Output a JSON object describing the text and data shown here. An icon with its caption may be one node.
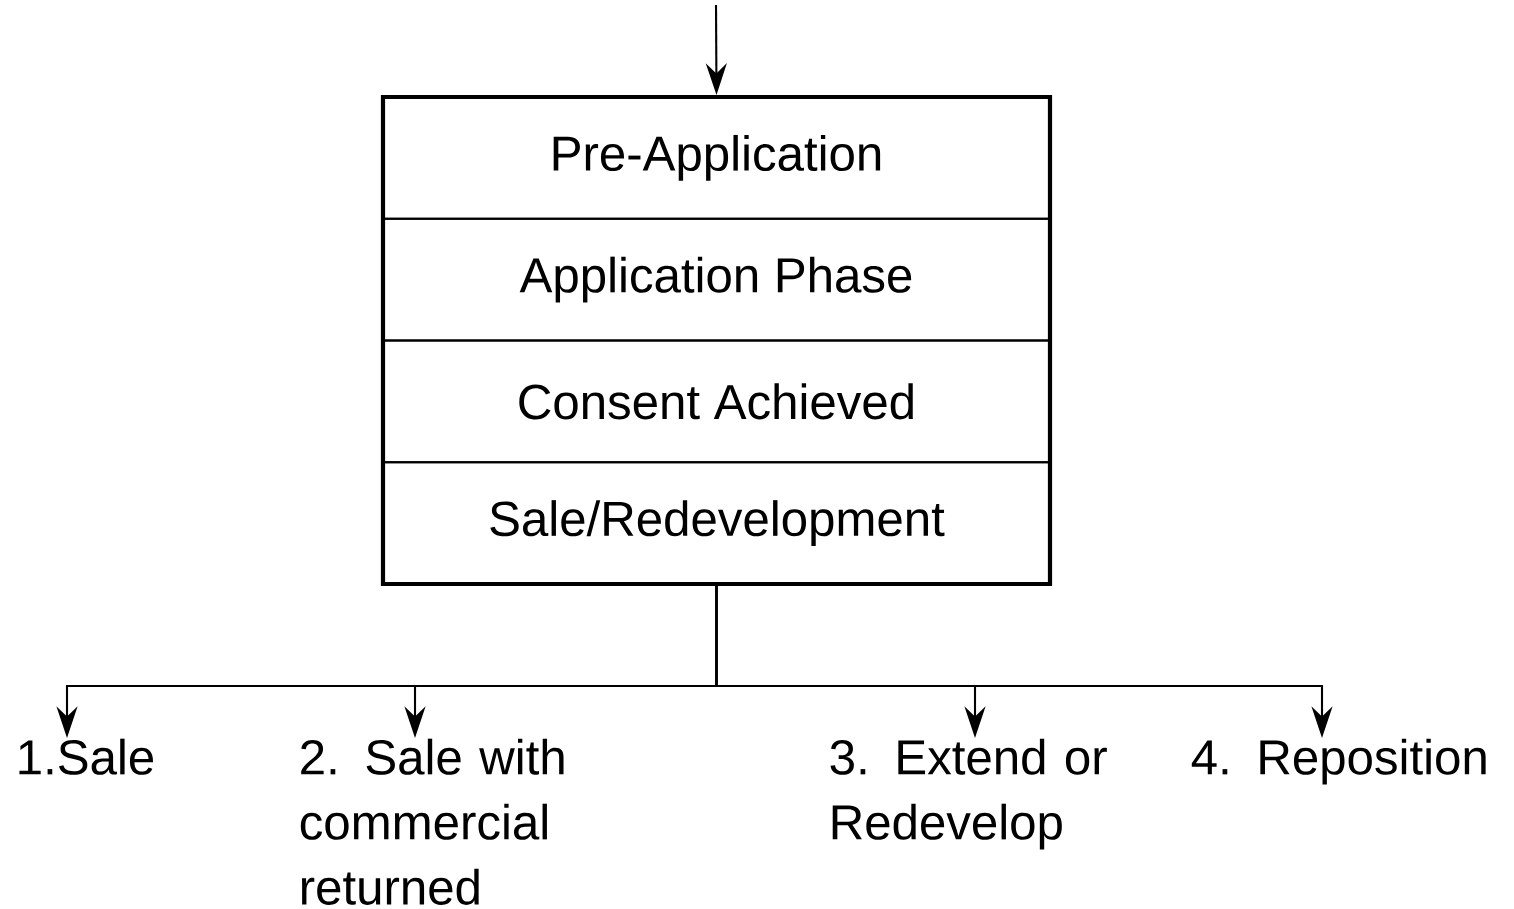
{
  "diagram": {
    "nodes": [
      {
        "text": [],
        "shape": "box"
      },
      {
        "text": [
          "Pre-Application"
        ],
        "in": 0
      },
      {
        "text": [
          "Application Phase"
        ],
        "in": 0
      },
      {
        "text": [
          "Consent Achieved"
        ],
        "in": 0
      },
      {
        "text": [
          "Sale/Redevelopment"
        ],
        "in": 0
      },
      {
        "text": [
          "1.Sale"
        ]
      },
      {
        "text": [
          "2. Sale with commercial returned"
        ]
      },
      {
        "text": [
          "3. Extend or Redevelop"
        ]
      },
      {
        "text": [
          "4. Reposition"
        ]
      }
    ],
    "edges": [
      {
        "from": null,
        "to": 0,
        "arrow": "to"
      },
      {
        "from": 0,
        "to": 5,
        "arrow": "to"
      },
      {
        "from": 0,
        "to": 6,
        "arrow": "to"
      },
      {
        "from": 0,
        "to": 7,
        "arrow": "to"
      },
      {
        "from": 0,
        "to": 8,
        "arrow": "to"
      }
    ]
  }
}
